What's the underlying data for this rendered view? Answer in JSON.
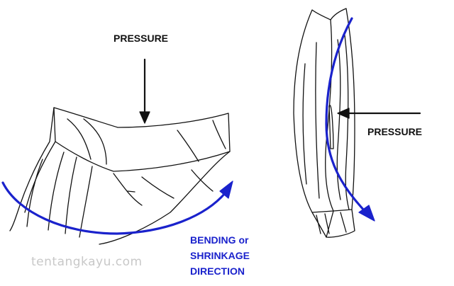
{
  "labels": {
    "pressure_top": "PRESSURE",
    "pressure_right": "PRESSURE",
    "bending_line1": "BENDING or",
    "bending_line2": "SHRINKAGE",
    "bending_line3": "DIRECTION"
  },
  "watermark": "tentangkayu.com",
  "colors": {
    "ink": "#111111",
    "arrow_blue": "#1a22cc",
    "watermark": "#c8c8c8"
  }
}
